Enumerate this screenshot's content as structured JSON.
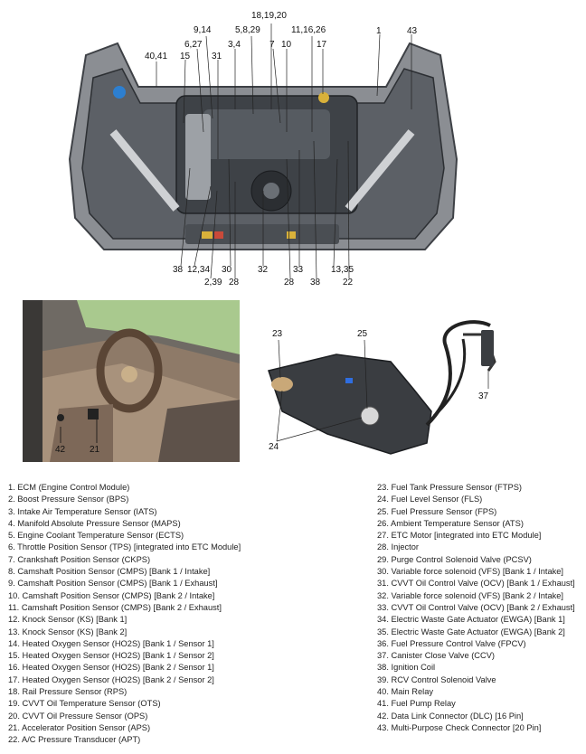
{
  "engine_callouts": [
    "1",
    "43",
    "40,41",
    "15",
    "6,27",
    "9,14",
    "31",
    "3,4",
    "5,8,29",
    "18,19,20",
    "7",
    "10",
    "11,16,26",
    "17",
    "38",
    "12,34",
    "2,39",
    "30",
    "28",
    "32",
    "33",
    "28",
    "38",
    "13,35",
    "22"
  ],
  "interior_callouts": [
    "42",
    "21"
  ],
  "tank_callouts": [
    "23",
    "25",
    "24",
    "37"
  ],
  "legend_left": [
    "1. ECM (Engine Control Module)",
    "2. Boost Pressure Sensor (BPS)",
    "3. Intake Air Temperature Sensor (IATS)",
    "4. Manifold Absolute Pressure Sensor (MAPS)",
    "5. Engine Coolant Temperature Sensor (ECTS)",
    "6. Throttle Position Sensor (TPS) [integrated into ETC Module]",
    "7. Crankshaft Position Sensor (CKPS)",
    "8. Camshaft Position Sensor (CMPS) [Bank 1 / Intake]",
    "9. Camshaft Position Sensor (CMPS) [Bank 1 / Exhaust]",
    "10. Camshaft Position Sensor (CMPS) [Bank 2 / Intake]",
    "11. Camshaft Position Sensor (CMPS) [Bank 2 / Exhaust]",
    "12. Knock Sensor (KS) [Bank 1]",
    "13. Knock Sensor (KS) [Bank 2]",
    "14. Heated Oxygen Sensor (HO2S) [Bank 1 / Sensor 1]",
    "15. Heated Oxygen Sensor (HO2S) [Bank 1 / Sensor 2]",
    "16. Heated Oxygen Sensor (HO2S) [Bank 2 / Sensor 1]",
    "17. Heated Oxygen Sensor (HO2S) [Bank 2 / Sensor 2]",
    "18. Rail Pressure Sensor (RPS)",
    "19. CVVT Oil Temperature Sensor (OTS)",
    "20. CVVT Oil Pressure Sensor (OPS)",
    "21. Accelerator Position Sensor (APS)",
    "22. A/C Pressure Transducer (APT)"
  ],
  "legend_right": [
    "23. Fuel Tank Pressure Sensor (FTPS)",
    "24. Fuel Level Sensor (FLS)",
    "25. Fuel Pressure Sensor (FPS)",
    "26. Ambient Temperature Sensor (ATS)",
    "27. ETC Motor [integrated into ETC Module]",
    "28. Injector",
    "29. Purge Control Solenoid Valve (PCSV)",
    "30. Variable force solenoid (VFS) [Bank 1 / Intake]",
    "31. CVVT Oil Control Valve (OCV) [Bank 1 / Exhaust]",
    "32. Variable force solenoid (VFS) [Bank 2 / Intake]",
    "33. CVVT Oil Control Valve (OCV) [Bank 2 / Exhaust]",
    "34. Electric Waste Gate Actuator (EWGA) [Bank 1]",
    "35. Electric Waste Gate Actuator (EWGA) [Bank 2]",
    "36. Fuel Pressure Control Valve (FPCV)",
    "37. Canister Close Valve (CCV)",
    "38. Ignition Coil",
    "39. RCV Control Solenoid Valve",
    "40. Main Relay",
    "41. Fuel Pump Relay",
    "42. Data Link Connector (DLC) [16 Pin]",
    "43. Multi-Purpose Check Connector [20 Pin]"
  ]
}
